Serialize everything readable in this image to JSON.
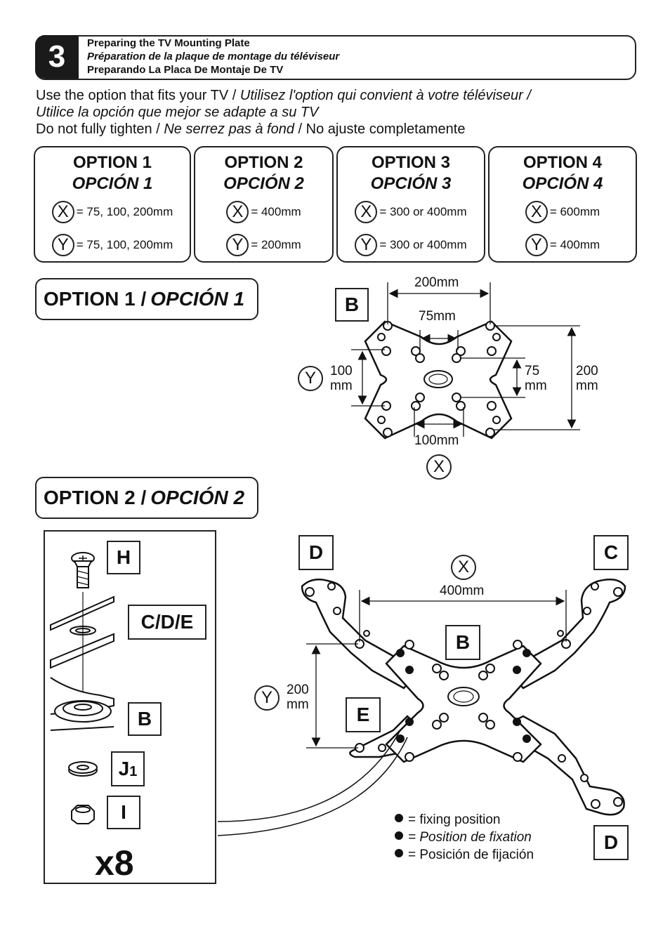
{
  "step": {
    "number": "3",
    "title_en": "Preparing the TV Mounting Plate",
    "title_fr": "Préparation de la plaque de montage du téléviseur",
    "title_es": "Preparando La Placa De Montaje De TV"
  },
  "intro": {
    "line1_en": "Use the option that fits your TV / ",
    "line1_fr": "Utilisez l'option qui convient à votre téléviseur /",
    "line2_es": "Utilice la opción que mejor se adapte a su TV",
    "line3_en": "Do not fully tighten / ",
    "line3_fr": "Ne serrez pas à fond",
    "line3_es": " / No ajuste completamente"
  },
  "options": [
    {
      "title": "OPTION 1",
      "title_es": "OPCIÓN 1",
      "x_symbol": "X",
      "x_value": "= 75, 100, 200mm",
      "y_symbol": "Y",
      "y_value": "= 75, 100, 200mm"
    },
    {
      "title": "OPTION 2",
      "title_es": "OPCIÓN 2",
      "x_symbol": "X",
      "x_value": "= 400mm",
      "y_symbol": "Y",
      "y_value": "= 200mm"
    },
    {
      "title": "OPTION 3",
      "title_es": "OPCIÓN 3",
      "x_symbol": "X",
      "x_value": "= 300 or 400mm",
      "y_symbol": "Y",
      "y_value": "= 300 or 400mm"
    },
    {
      "title": "OPTION 4",
      "title_es": "OPCIÓN 4",
      "x_symbol": "X",
      "x_value": "= 600mm",
      "y_symbol": "Y",
      "y_value": "= 400mm"
    }
  ],
  "option1": {
    "heading_en": "OPTION 1 / ",
    "heading_es": "OPCIÓN 1",
    "part_label": "B",
    "dim_200_top": "200mm",
    "dim_75_top": "75mm",
    "dim_100_left_a": "100",
    "dim_100_left_b": "mm",
    "dim_75_right_a": "75",
    "dim_75_right_b": "mm",
    "dim_200_right_a": "200",
    "dim_200_right_b": "mm",
    "dim_100_bottom": "100mm",
    "y_symbol": "Y",
    "x_symbol": "X"
  },
  "option2": {
    "heading_en": "OPTION 2 / ",
    "heading_es": "OPCIÓN 2",
    "label_D_top": "D",
    "label_C": "C",
    "label_B": "B",
    "label_E": "E",
    "label_D_bottom": "D",
    "x_symbol": "X",
    "dim_400": "400mm",
    "y_symbol": "Y",
    "dim_200_a": "200",
    "dim_200_b": "mm",
    "legend_en": "= fixing position",
    "legend_fr": "= Position de fixation",
    "legend_es": "= Posición de fijación"
  },
  "hardware": {
    "label_H": "H",
    "label_CDE": "C/D/E",
    "label_B": "B",
    "label_J": "J",
    "label_J_sub": "1",
    "label_I": "I",
    "quantity": "x8"
  }
}
